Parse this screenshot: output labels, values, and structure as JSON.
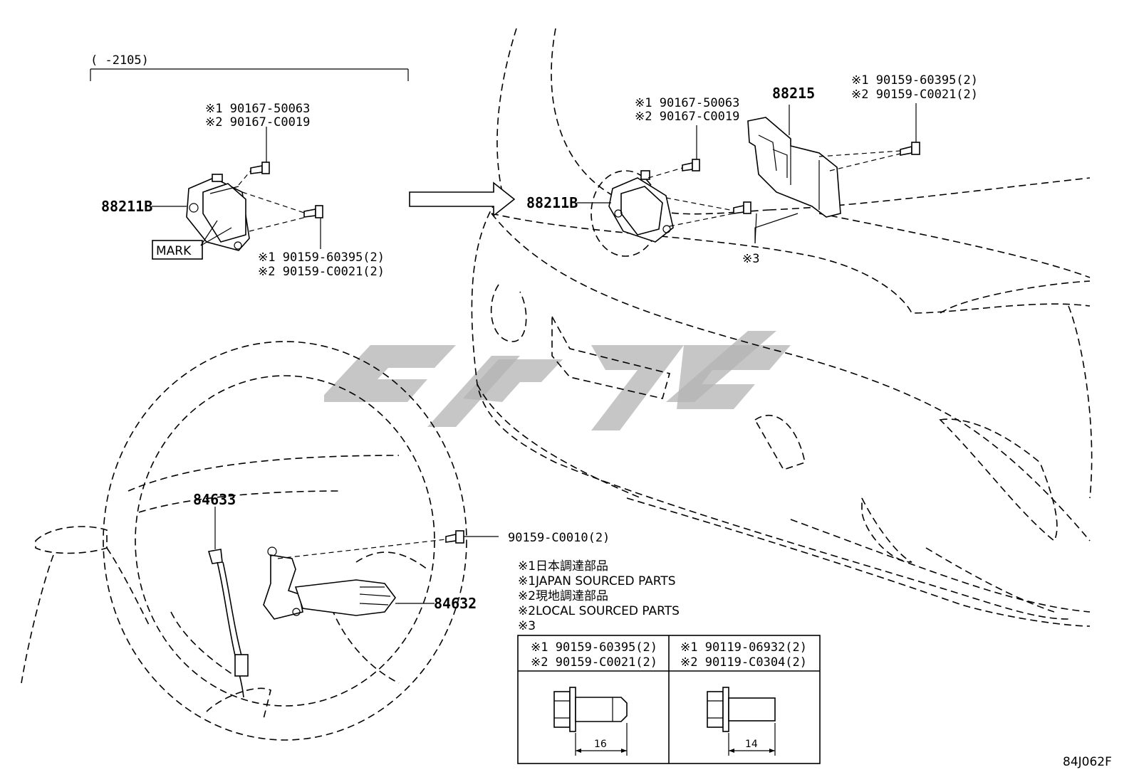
{
  "header": {
    "bracket_label": "(      -2105)"
  },
  "left_module": {
    "part_no": "88211B",
    "mark_label": "MARK",
    "screw_top": {
      "line1": "※1 90167-50063",
      "line2": "※2 90167-C0019"
    },
    "bolt_bottom": {
      "line1": "※1 90159-60395(2)",
      "line2": "※2 90159-C0021(2)"
    }
  },
  "right_module": {
    "part_no": "88211B",
    "screw_top": {
      "line1": "※1 90167-50063",
      "line2": "※2 90167-C0019"
    },
    "note_ref": "※3"
  },
  "bracket": {
    "part_no": "88215",
    "bolt": {
      "line1": "※1 90159-60395(2)",
      "line2": "※2 90159-C0021(2)"
    }
  },
  "steering": {
    "harness_part_no": "84633",
    "switch_part_no": "84632",
    "screw": "90159-C0010(2)"
  },
  "legend": {
    "lines": [
      "※1日本調達部品",
      "※1JAPAN SOURCED PARTS",
      "※2現地調達部品",
      "※2LOCAL SOURCED PARTS",
      "※3"
    ]
  },
  "table": {
    "left": {
      "line1": "※1 90159-60395(2)",
      "line2": "※2 90159-C0021(2)",
      "dimension": "16"
    },
    "right": {
      "line1": "※1 90119-06932(2)",
      "line2": "※2 90119-C0304(2)",
      "dimension": "14"
    }
  },
  "figure_code": "84J062F"
}
